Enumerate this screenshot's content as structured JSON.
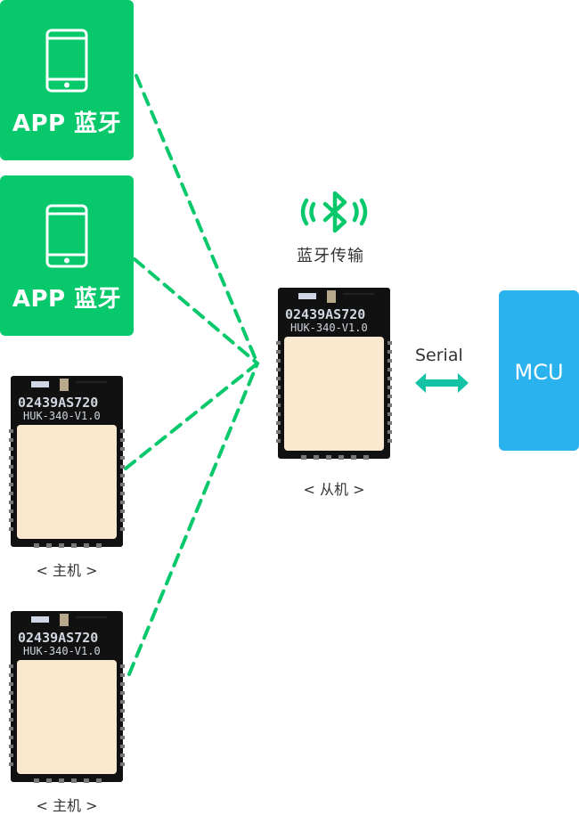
{
  "colors": {
    "green": "#07c86b",
    "mcu_blue": "#29b2ee",
    "serial_arrow": "#14c3a6",
    "chip_body": "#111111",
    "chip_shield": "#fbe9cf",
    "text": "#333333"
  },
  "app_boxes": [
    {
      "label": "APP 蓝牙",
      "icon": "phone-icon"
    },
    {
      "label": "APP 蓝牙",
      "icon": "phone-icon"
    }
  ],
  "bluetooth": {
    "icon": "bluetooth-icon",
    "label": "蓝牙传输"
  },
  "slave_module": {
    "caption": "< 从机 >",
    "silkscreen_line1": "02439AS720",
    "silkscreen_line2": "HUK-340-V1.0"
  },
  "master_modules": [
    {
      "caption": "< 主机 >",
      "silkscreen_line1": "02439AS720",
      "silkscreen_line2": "HUK-340-V1.0"
    },
    {
      "caption": "< 主机 >",
      "silkscreen_line1": "02439AS720",
      "silkscreen_line2": "HUK-340-V1.0"
    }
  ],
  "serial": {
    "label": "Serial",
    "icon": "double-arrow-icon"
  },
  "mcu": {
    "label": "MCU"
  },
  "connections": [
    {
      "from": "app-box-1",
      "to": "slave-module"
    },
    {
      "from": "app-box-2",
      "to": "slave-module"
    },
    {
      "from": "master-module-1",
      "to": "slave-module"
    },
    {
      "from": "master-module-2",
      "to": "slave-module"
    }
  ]
}
